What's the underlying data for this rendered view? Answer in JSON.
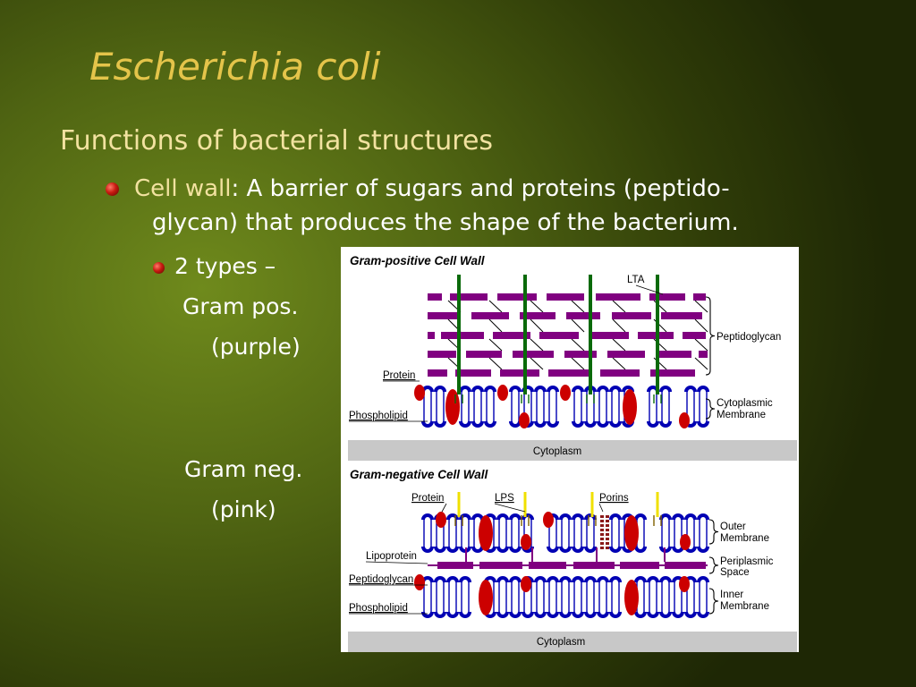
{
  "slide": {
    "title": "Escherichia coli",
    "heading": "Functions of bacterial structures",
    "bullet1": {
      "term": "Cell wall",
      "line1_rest": ": A barrier of sugars and proteins (peptido-",
      "line2": "glycan) that produces the shape of the bacterium."
    },
    "bullet2": "2 types –",
    "gram_pos": "Gram pos.",
    "gram_pos_color": "(purple)",
    "gram_neg": "Gram neg.",
    "gram_neg_color": "(pink)"
  },
  "figure": {
    "pos": {
      "title": "Gram-positive Cell Wall",
      "lta": "LTA",
      "peptidoglycan": "Peptidoglycan",
      "protein": "Protein",
      "phospholipid": "Phospholipid",
      "membrane_line1": "Cytoplasmic",
      "membrane_line2": "Membrane",
      "cytoplasm": "Cytoplasm"
    },
    "neg": {
      "title": "Gram-negative Cell Wall",
      "protein": "Protein",
      "lps": "LPS",
      "porins": "Porins",
      "outer_line1": "Outer",
      "outer_line2": "Membrane",
      "lipoprotein": "Lipoprotein",
      "periplasmic_line1": "Periplasmic",
      "periplasmic_line2": "Space",
      "peptidoglycan": "Peptidoglycan",
      "inner_line1": "Inner",
      "inner_line2": "Membrane",
      "phospholipid": "Phospholipid",
      "cytoplasm": "Cytoplasm"
    },
    "colors": {
      "peptidoglycan": "#800080",
      "lta": "#0a6a0a",
      "phospholipid": "#0000b4",
      "protein": "#cc0000",
      "lps": "#f0e000",
      "cytoplasm_band": "#c8c8c8"
    }
  }
}
